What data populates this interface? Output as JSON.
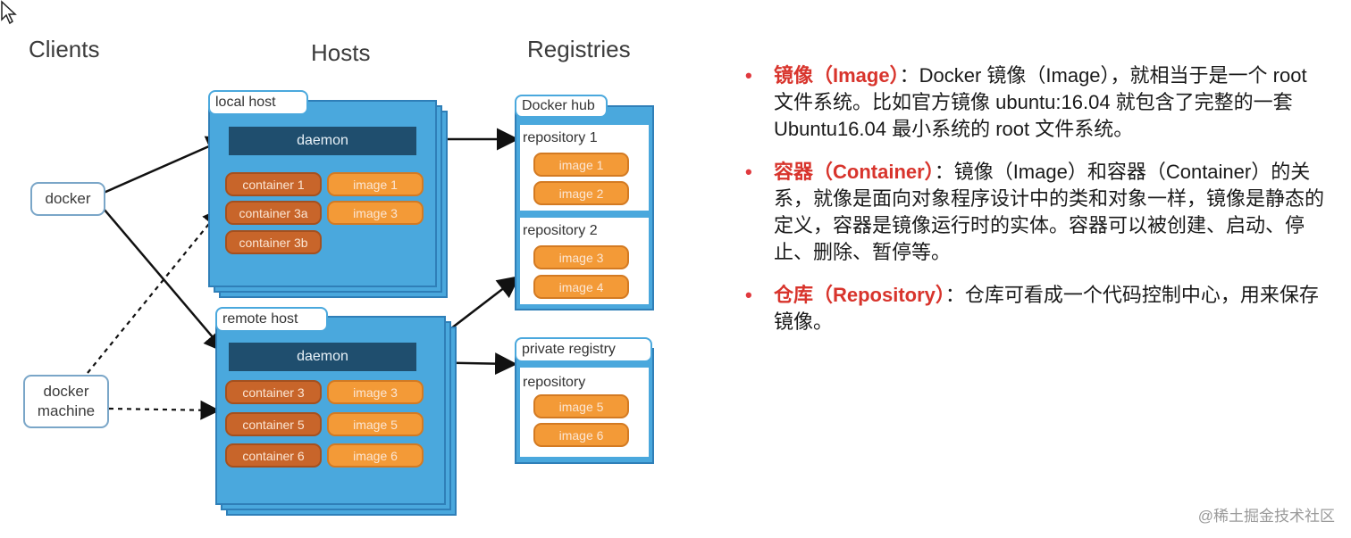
{
  "diagram": {
    "columns": {
      "clients": "Clients",
      "hosts": "Hosts",
      "registries": "Registries"
    },
    "clients": {
      "docker": "docker",
      "docker_machine_line1": "docker",
      "docker_machine_line2": "machine"
    },
    "local_host": {
      "label": "local host",
      "daemon": "daemon",
      "containers": [
        "container 1",
        "container 3a",
        "container 3b"
      ],
      "images": [
        "image 1",
        "image 3"
      ]
    },
    "remote_host": {
      "label": "remote host",
      "daemon": "daemon",
      "containers": [
        "container 3",
        "container 5",
        "container 6"
      ],
      "images": [
        "image 3",
        "image 5",
        "image 6"
      ]
    },
    "docker_hub": {
      "label": "Docker hub",
      "repositories": [
        {
          "label": "repository 1",
          "images": [
            "image 1",
            "image 2"
          ]
        },
        {
          "label": "repository 2",
          "images": [
            "image 3",
            "image 4"
          ]
        }
      ]
    },
    "private_registry": {
      "label": "private registry",
      "repository": {
        "label": "repository",
        "images": [
          "image 5",
          "image 6"
        ]
      }
    },
    "colors": {
      "host_blue": "#4aa8dd",
      "daemon_navy": "#1f4e6e",
      "container_orange": "#c8652a",
      "image_orange": "#f39a37",
      "bullet_red": "#d8342c"
    }
  },
  "notes": [
    {
      "term": "镜像（Image）",
      "text": "：Docker 镜像（Image），就相当于是一个 root 文件系统。比如官方镜像 ubuntu:16.04 就包含了完整的一套 Ubuntu16.04 最小系统的 root 文件系统。"
    },
    {
      "term": "容器（Container）",
      "text": "：镜像（Image）和容器（Container）的关系，就像是面向对象程序设计中的类和对象一样，镜像是静态的定义，容器是镜像运行时的实体。容器可以被创建、启动、停止、删除、暂停等。"
    },
    {
      "term": "仓库（Repository）",
      "text": "：仓库可看成一个代码控制中心，用来保存镜像。"
    }
  ],
  "watermark": "@稀土掘金技术社区"
}
